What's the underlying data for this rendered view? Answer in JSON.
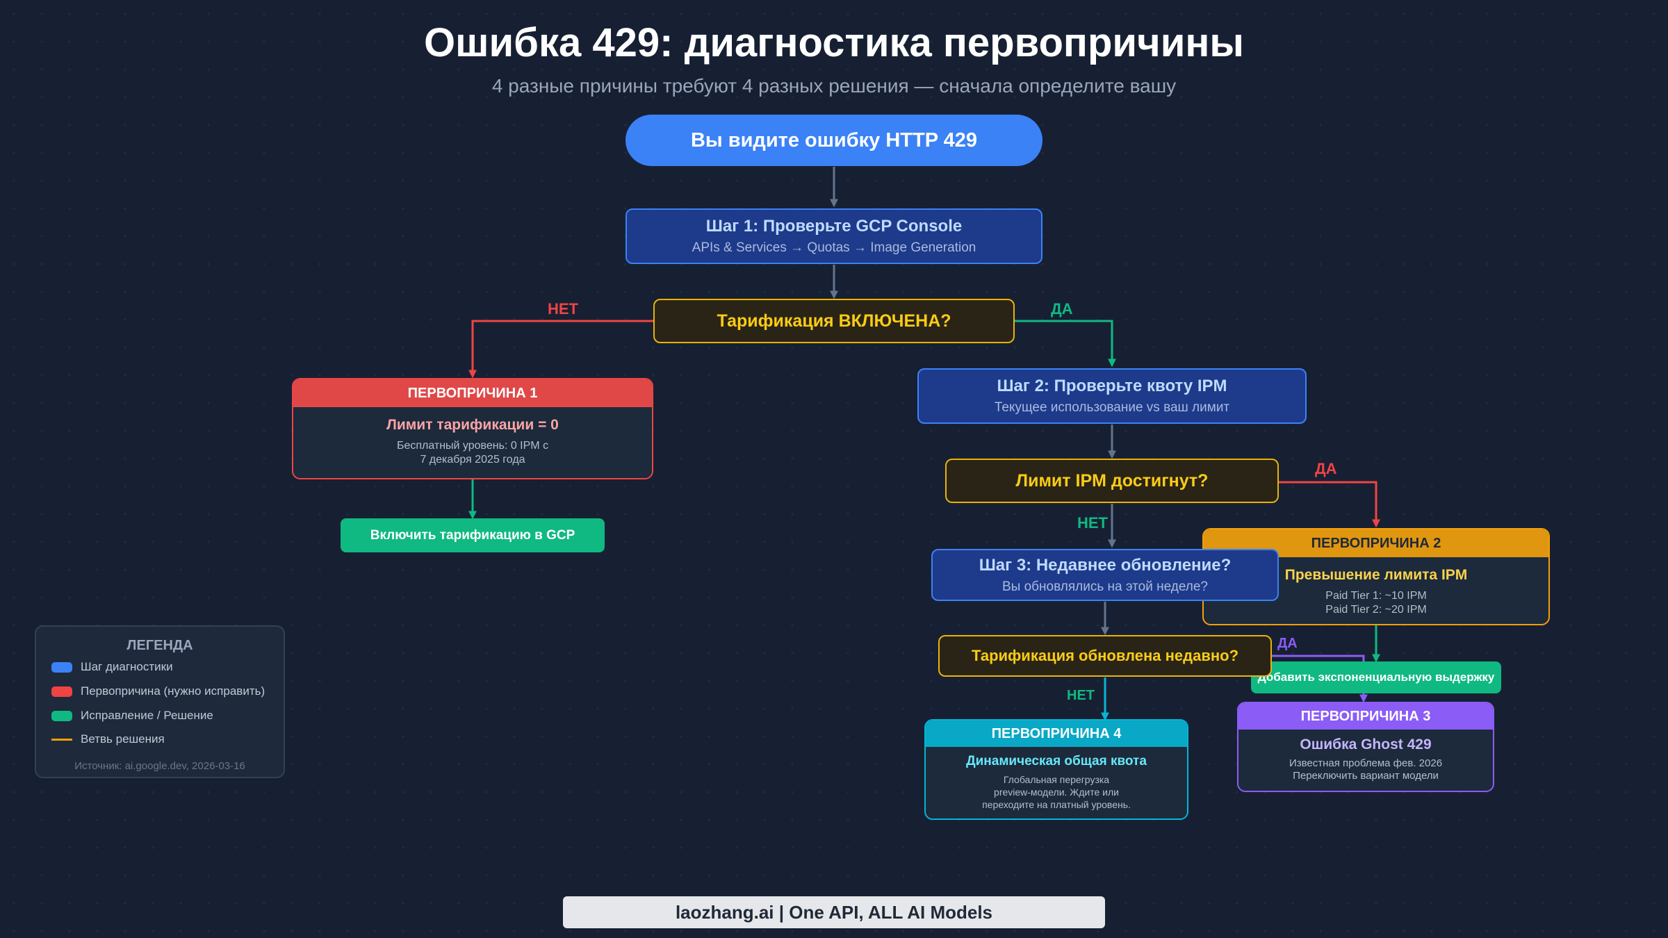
{
  "header": {
    "title": "Ошибка 429: диагностика первопричины",
    "subtitle": "4 разные причины требуют 4 разных решения — сначала определите вашу"
  },
  "start": {
    "label": "Вы видите ошибку HTTP 429"
  },
  "step1": {
    "title": "Шаг 1: Проверьте GCP Console",
    "subtitle": "APIs & Services → Quotas → Image Generation"
  },
  "decision1": {
    "label": "Тарификация ВКЛЮЧЕНА?",
    "no": "НЕТ",
    "yes": "ДА"
  },
  "cause1": {
    "header": "ПЕРВОПРИЧИНА 1",
    "title": "Лимит тарификации = 0",
    "desc": "Бесплатный уровень: 0 IPM с\n7 декабря 2025 года",
    "fix": "Включить тарификацию в GCP"
  },
  "step2": {
    "title": "Шаг 2: Проверьте квоту IPM",
    "subtitle": "Текущее использование vs ваш лимит"
  },
  "decision2": {
    "label": "Лимит IPM достигнут?",
    "yes": "ДА",
    "no": "НЕТ"
  },
  "cause2": {
    "header": "ПЕРВОПРИЧИНА 2",
    "title": "Превышение лимита IPM",
    "desc": "Paid Tier 1: ~10 IPM\nPaid Tier 2: ~20 IPM",
    "fix": "Добавить экспоненциальную выдержку"
  },
  "step3": {
    "title": "Шаг 3: Недавнее обновление?",
    "subtitle": "Вы обновлялись на этой неделе?"
  },
  "decision3": {
    "label": "Тарификация обновлена недавно?",
    "yes": "ДА",
    "no": "НЕТ"
  },
  "cause3": {
    "header": "ПЕРВОПРИЧИНА 3",
    "title": "Ошибка Ghost 429",
    "desc": "Известная проблема фев. 2026\nПереключить вариант модели"
  },
  "cause4": {
    "header": "ПЕРВОПРИЧИНА 4",
    "title": "Динамическая общая квота",
    "desc": "Глобальная перегрузка\npreview-модели. Ждите или\nпереходите на платный уровень."
  },
  "legend": {
    "title": "ЛЕГЕНДА",
    "items": [
      {
        "label": "Шаг диагностики",
        "color": "#3b82f6"
      },
      {
        "label": "Первопричина (нужно исправить)",
        "color": "#ef4444"
      },
      {
        "label": "Исправление / Решение",
        "color": "#10b981"
      },
      {
        "label": "Ветвь решения",
        "color": "#f59e0b"
      }
    ],
    "source": "Источник: ai.google.dev, 2026-03-16"
  },
  "footer": {
    "text": "laozhang.ai | One API, ALL AI Models"
  },
  "colors": {
    "step": "#3b82f6",
    "decision": "#eab308",
    "cause1": "#ef4444",
    "cause2": "#f59e0b",
    "cause3": "#8b5cf6",
    "cause4": "#06b6d4",
    "fix": "#10b981",
    "connector": "#64748b"
  }
}
